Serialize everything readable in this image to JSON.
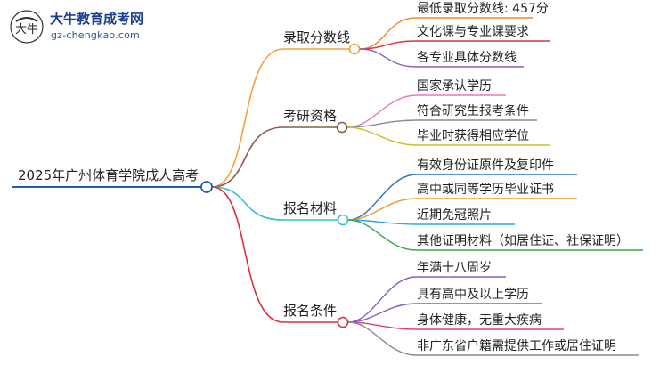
{
  "logo": {
    "name": "大牛教育成考网",
    "url": "gz-chengkao.com",
    "mark": "大牛"
  },
  "root": {
    "label": "2025年广州体育学院成人高考"
  },
  "branches": [
    {
      "label": "录取分数线",
      "color": "#f5a03a",
      "children": [
        {
          "label": "最低录取分数线: 457分",
          "color": "#ef8a2a"
        },
        {
          "label": "文化课与专业课要求",
          "color": "#d9353a"
        },
        {
          "label": "各专业具体分数线",
          "color": "#8a5cc7"
        }
      ]
    },
    {
      "label": "考研资格",
      "color": "#8b5a4a",
      "children": [
        {
          "label": "国家承认学历",
          "color": "#e77ab8"
        },
        {
          "label": "符合研究生报考条件",
          "color": "#8a8a8a"
        },
        {
          "label": "毕业时获得相应学位",
          "color": "#c8c020"
        }
      ]
    },
    {
      "label": "报名材料",
      "color": "#35c0d0",
      "children": [
        {
          "label": "有效身份证原件及复印件",
          "color": "#2d6fc0"
        },
        {
          "label": "高中或同等学历毕业证书",
          "color": "#f09a30"
        },
        {
          "label": "近期免冠照片",
          "color": "#2aa9e0"
        },
        {
          "label": "其他证明材料（如居住证、社保证明）",
          "color": "#3aa84a"
        }
      ]
    },
    {
      "label": "报名条件",
      "color": "#d8303a",
      "children": [
        {
          "label": "年满十八周岁",
          "color": "#8a5cc7"
        },
        {
          "label": "具有高中及以上学历",
          "color": "#8a5cc7"
        },
        {
          "label": "身体健康，无重大疾病",
          "color": "#e0407a"
        },
        {
          "label": "非广东省户籍需提供工作或居住证明",
          "color": "#8a8a8a"
        }
      ]
    }
  ],
  "root_line_color": "#1f5fa8"
}
